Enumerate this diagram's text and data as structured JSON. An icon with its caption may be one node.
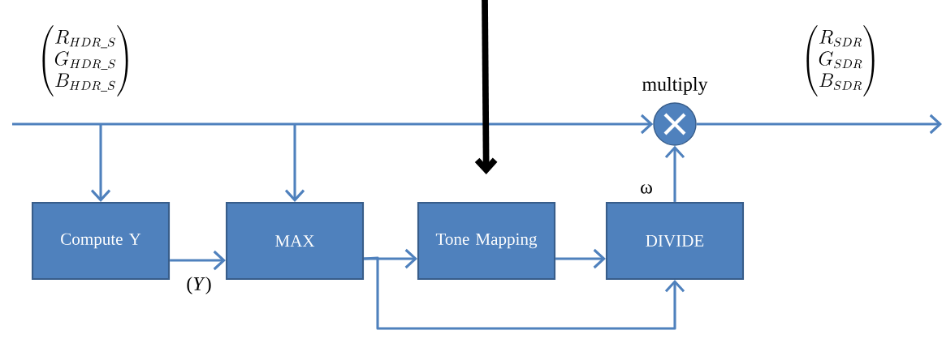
{
  "diagram": {
    "nodes": [
      {
        "text": [
          "Compute Y"
        ]
      },
      {
        "text": [
          "MAX"
        ]
      },
      {
        "text": [
          "Tone Mapping"
        ]
      },
      {
        "text": [
          "DIVIDE"
        ]
      },
      {
        "text": [
          "multiply"
        ]
      }
    ],
    "edges": [
      {
        "from": null,
        "to": 4,
        "arrow": "to"
      },
      {
        "from": null,
        "to": 0,
        "arrow": "to"
      },
      {
        "from": null,
        "to": 1,
        "arrow": "to"
      },
      {
        "from": 0,
        "to": 1,
        "arrow": "to",
        "label": "(*Y*)"
      },
      {
        "from": 1,
        "to": 2,
        "arrow": "to"
      },
      {
        "from": 2,
        "to": 3,
        "arrow": "to"
      },
      {
        "from": 1,
        "to": 3,
        "arrow": "to"
      },
      {
        "from": 3,
        "to": 4,
        "arrow": "to",
        "label": "ω"
      },
      {
        "from": 4,
        "to": null,
        "arrow": "to"
      },
      {
        "from": null,
        "to": 2,
        "arrow": "to",
        "style": "thick",
        "color": "#000000"
      }
    ],
    "labels": [
      "\\begin{pmatrix}R_{HDR\\_S}\\\\G_{HDR\\_S}\\\\B_{HDR\\_S}\\end{pmatrix}",
      "\\begin{pmatrix}R_{SDR}\\\\G_{SDR}\\\\B_{SDR}\\end{pmatrix}"
    ]
  }
}
